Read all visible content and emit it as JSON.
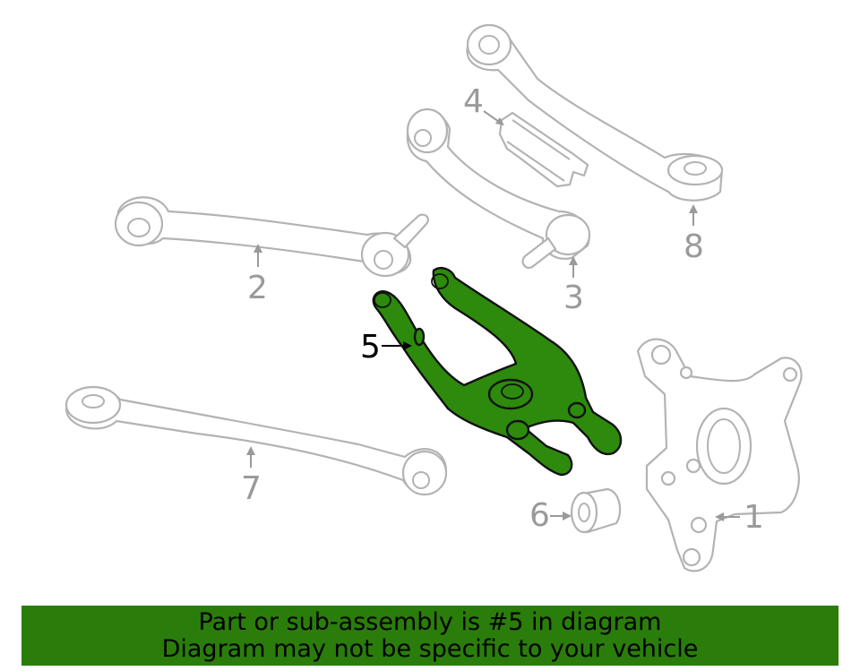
{
  "diagram": {
    "highlighted_part": "5",
    "labels": [
      "1",
      "2",
      "3",
      "4",
      "5",
      "6",
      "7",
      "8"
    ]
  },
  "banner": {
    "line1": "Part or sub-assembly is #5 in diagram",
    "line2": "Diagram may not be specific to your vehicle"
  },
  "colors": {
    "highlight": "#2d8a0c",
    "banner": "#2a7d0a",
    "part_outline": "#b3b3b3",
    "label": "#9a9a9a"
  }
}
